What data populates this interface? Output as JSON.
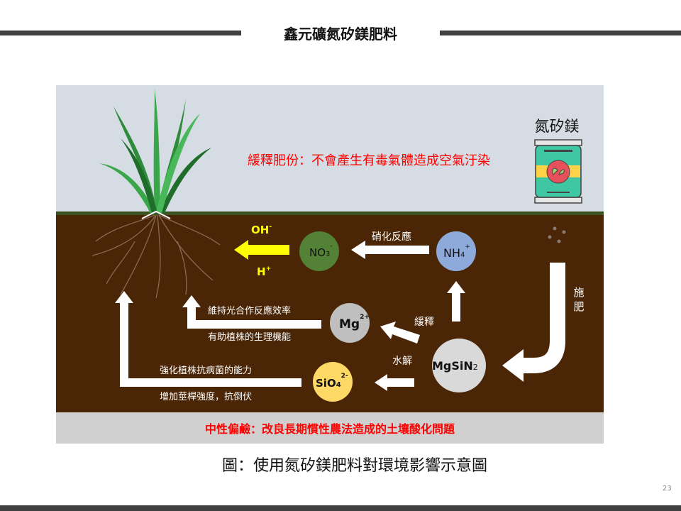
{
  "slide": {
    "title": "鑫元礦氮矽鎂肥料",
    "caption": "圖：使用氮矽鎂肥料對環境影響示意圖",
    "page_number": "23"
  },
  "diagram": {
    "top_banner": "緩釋肥份：不會產生有毒氣體造成空氣汙染",
    "bottom_banner": "中性偏鹼：改良長期慣性農法造成的土壤酸化問題",
    "bag_label": "氮矽鎂",
    "fertilize_label": [
      "施",
      "肥"
    ],
    "ions": {
      "oh": "OH",
      "oh_sup": "-",
      "h": "H",
      "h_sup": "+",
      "no3": "NO",
      "no3_sub": "3",
      "no3_sup": "-",
      "nh4": "NH",
      "nh4_sub": "4",
      "nh4_sup": "+",
      "mg": "Mg",
      "mg_sup": "2+",
      "sio4": "SiO",
      "sio4_sub": "4",
      "sio4_sup": "2-",
      "mgsin": "MgSiN",
      "mgsin_sub": "2"
    },
    "labels": {
      "nitrification": "硝化反應",
      "slow_release": "緩釋",
      "hydrolysis": "水解",
      "mg_effect_1": "維持光合作反應效率",
      "mg_effect_2": "有助植株的生理機能",
      "si_effect_1": "強化植株抗病菌的能力",
      "si_effect_2": "增加莖桿強度，抗倒伏"
    },
    "colors": {
      "sky": "#d6dce4",
      "soil": "#4a2606",
      "ground": "#d0d0d0",
      "no3": "#538135",
      "nh4": "#8eaadb",
      "mg": "#bfbfbf",
      "sio4": "#ffd966",
      "mgsin": "#d9d9d9",
      "warning": "#ff0000",
      "ion_yellow": "#ffff00"
    }
  }
}
